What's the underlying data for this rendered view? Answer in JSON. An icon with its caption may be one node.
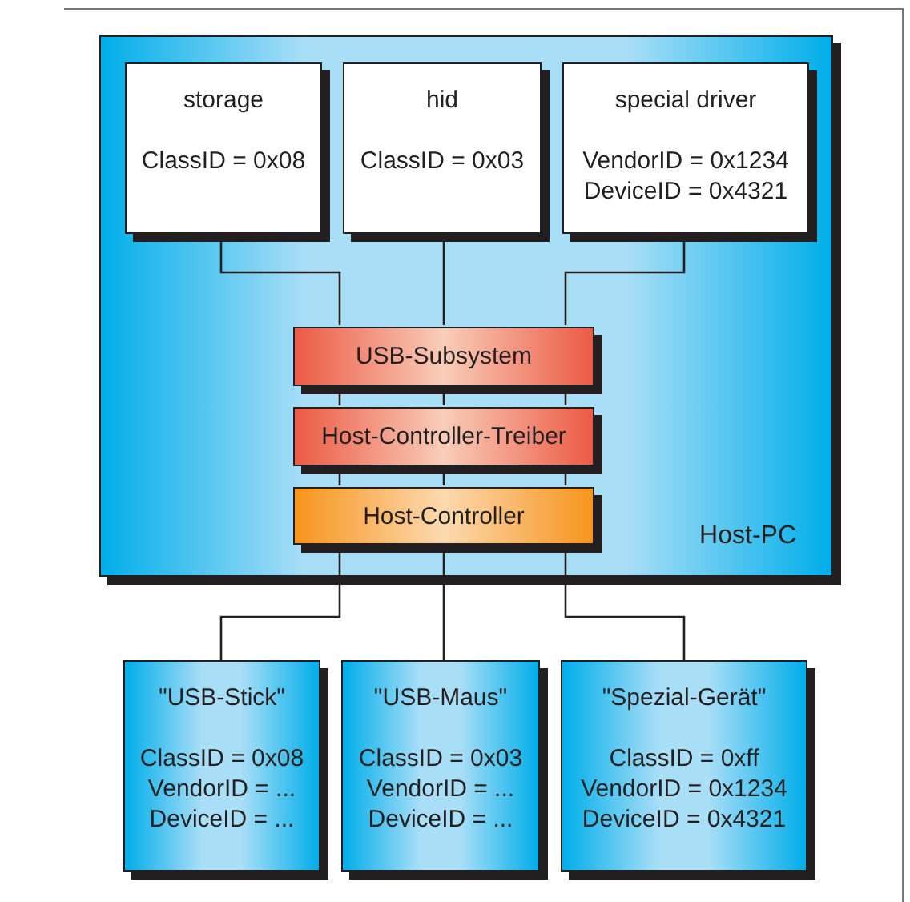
{
  "diagram": {
    "nodes": [
      {
        "text": [
          "Host-PC"
        ]
      },
      {
        "text": [
          "storage",
          "ClassID = 0x08"
        ],
        "in": 0
      },
      {
        "text": [
          "hid",
          "ClassID = 0x03"
        ],
        "in": 0
      },
      {
        "text": [
          "special driver",
          "VendorID = 0x1234",
          "DeviceID = 0x4321"
        ],
        "in": 0
      },
      {
        "text": [
          "USB-Subsystem"
        ],
        "in": 0
      },
      {
        "text": [
          "Host-Controller-Treiber"
        ],
        "in": 0
      },
      {
        "text": [
          "Host-Controller"
        ],
        "in": 0
      },
      {
        "text": [
          "\"USB-Stick\"",
          "ClassID = 0x08",
          "VendorID = ...",
          "DeviceID = ..."
        ]
      },
      {
        "text": [
          "\"USB-Maus\"",
          "ClassID = 0x03",
          "VendorID = ...",
          "DeviceID = ..."
        ]
      },
      {
        "text": [
          "\"Spezial-Gerät\"",
          "ClassID = 0xff",
          "VendorID = 0x1234",
          "DeviceID = 0x4321"
        ]
      }
    ],
    "edges": [
      {
        "from": 1,
        "to": 4,
        "arrow": "none"
      },
      {
        "from": 2,
        "to": 4,
        "arrow": "none"
      },
      {
        "from": 3,
        "to": 4,
        "arrow": "none"
      },
      {
        "from": 4,
        "to": 5,
        "arrow": "none"
      },
      {
        "from": 4,
        "to": 5,
        "arrow": "none"
      },
      {
        "from": 4,
        "to": 5,
        "arrow": "none"
      },
      {
        "from": 5,
        "to": 6,
        "arrow": "none"
      },
      {
        "from": 5,
        "to": 6,
        "arrow": "none"
      },
      {
        "from": 5,
        "to": 6,
        "arrow": "none"
      },
      {
        "from": 6,
        "to": 7,
        "arrow": "none"
      },
      {
        "from": 6,
        "to": 8,
        "arrow": "none"
      },
      {
        "from": 6,
        "to": 9,
        "arrow": "none"
      }
    ]
  }
}
